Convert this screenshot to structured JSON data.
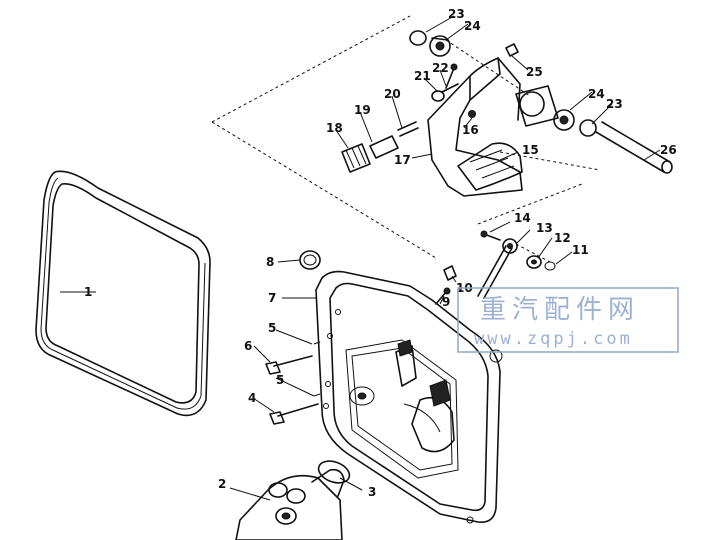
{
  "diagram": {
    "callouts": [
      "1",
      "2",
      "3",
      "4",
      "5",
      "5",
      "6",
      "7",
      "8",
      "9",
      "10",
      "11",
      "12",
      "13",
      "14",
      "15",
      "16",
      "17",
      "18",
      "19",
      "20",
      "21",
      "22",
      "23",
      "24",
      "25",
      "24",
      "23",
      "26"
    ]
  },
  "watermark": {
    "text": "重汽配件网",
    "url": "www.zqpj.com",
    "color": "#9db1d2"
  }
}
